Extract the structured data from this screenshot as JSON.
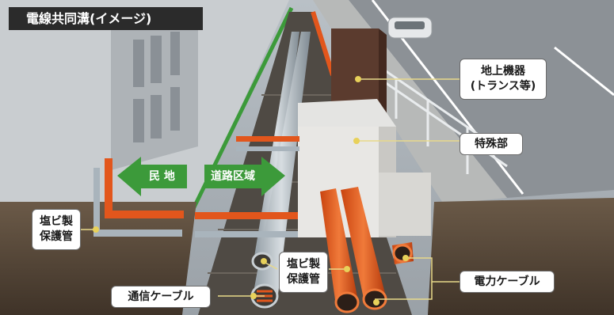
{
  "title": "電線共同溝(イメージ)",
  "arrows": {
    "private_land": "民 地",
    "road_area": "道路区域"
  },
  "labels": {
    "ground_equipment": [
      "地上機器",
      "(トランス等)"
    ],
    "special_section": "特殊部",
    "pvc_pipe_left": [
      "塩ビ製",
      "保護管"
    ],
    "pvc_pipe_center": [
      "塩ビ製",
      "保護管"
    ],
    "telecom_cable": "通信ケーブル",
    "power_cable": "電力ケーブル"
  },
  "colors": {
    "pipe_orange": "#e2561c",
    "pipe_gray": "#a9b4bc",
    "arrow_green": "#3c9a3a",
    "soil": "#5a4a3c",
    "leader_line": "#e8d98a"
  }
}
